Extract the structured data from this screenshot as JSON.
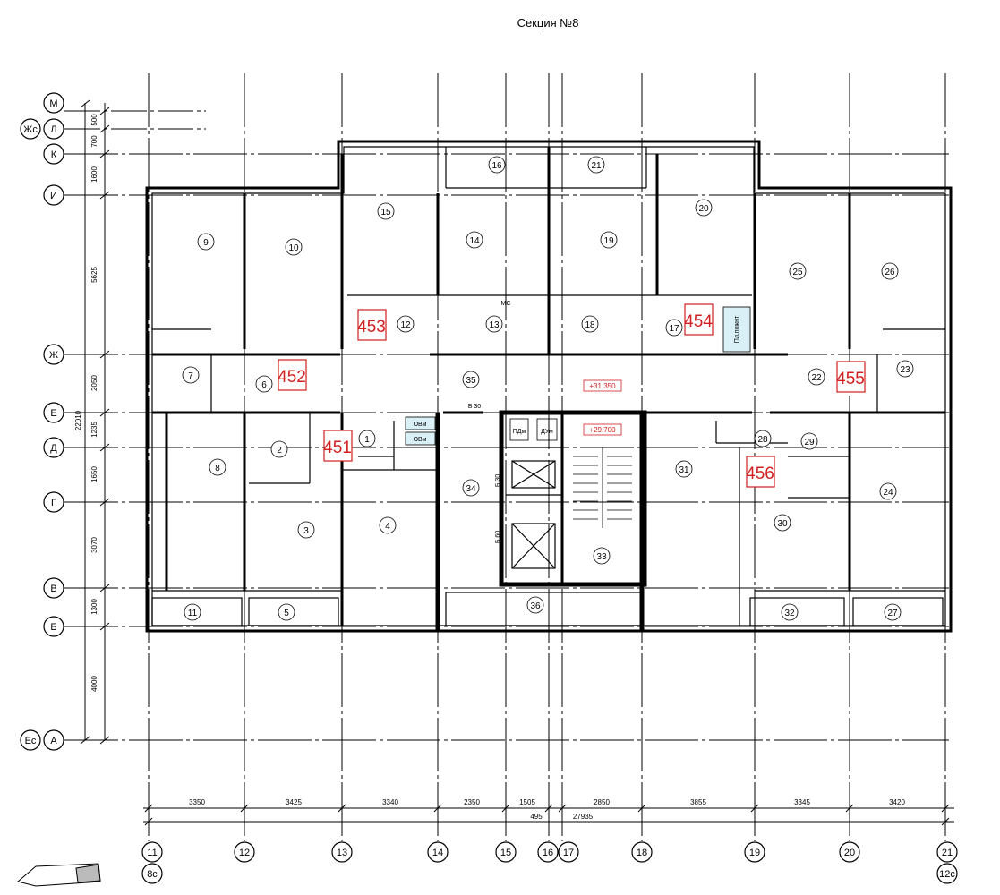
{
  "title": "Секция №8",
  "axes_horizontal": [
    {
      "label": "М"
    },
    {
      "label": "Л",
      "alt": "Жс"
    },
    {
      "label": "К"
    },
    {
      "label": "И"
    },
    {
      "label": "Ж"
    },
    {
      "label": "Е"
    },
    {
      "label": "Д"
    },
    {
      "label": "Г"
    },
    {
      "label": "В"
    },
    {
      "label": "Б"
    },
    {
      "label": "А",
      "alt": "Ес"
    }
  ],
  "axes_vertical": [
    {
      "label": "11",
      "alt": "8с"
    },
    {
      "label": "12"
    },
    {
      "label": "13"
    },
    {
      "label": "14"
    },
    {
      "label": "15"
    },
    {
      "label": "16"
    },
    {
      "label": "17"
    },
    {
      "label": "18"
    },
    {
      "label": "19"
    },
    {
      "label": "20"
    },
    {
      "label": "21",
      "alt": "12с"
    }
  ],
  "left_dimensions": [
    "500",
    "700",
    "1600",
    "5625",
    "2050",
    "1235",
    "1650",
    "3070",
    "1300",
    "4000"
  ],
  "total_height": "22010",
  "bottom_dimensions": [
    "3350",
    "3425",
    "3340",
    "2350",
    "1505",
    "2850",
    "3855",
    "3345",
    "3420"
  ],
  "bottom_extra": "495",
  "total_width": "27935",
  "apartments": [
    "453",
    "452",
    "451",
    "454",
    "455",
    "456"
  ],
  "rooms": [
    "1",
    "2",
    "3",
    "4",
    "5",
    "6",
    "7",
    "8",
    "9",
    "10",
    "11",
    "12",
    "13",
    "14",
    "15",
    "16",
    "17",
    "18",
    "19",
    "20",
    "21",
    "22",
    "23",
    "24",
    "25",
    "26",
    "27",
    "28",
    "29",
    "30",
    "31",
    "32",
    "33",
    "34",
    "35",
    "36"
  ],
  "labels": {
    "elev_top": "+31.350",
    "elev_mid": "+29.700",
    "elevator_1": "Б 30",
    "elevator_2": "Б 60",
    "elevator_3": "Б 30",
    "ventilation_1": "ОВм",
    "ventilation_2": "ОВм",
    "shaft_1": "ПДм",
    "shaft_2": "ДУм",
    "riser": "Пл.пожнт",
    "wc": "МС"
  },
  "colors": {
    "apartment": "#d21f1f",
    "line": "#000000",
    "shaft_fill": "#d8f0f6"
  }
}
